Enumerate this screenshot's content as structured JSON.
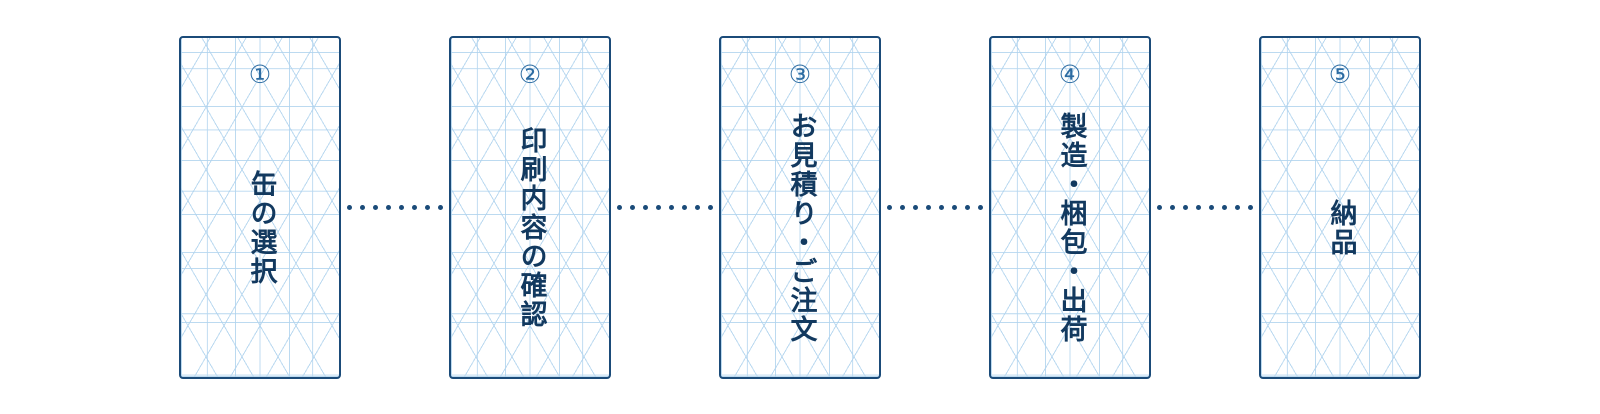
{
  "page": {
    "background_color": "#ffffff",
    "border_color": "#1b4b79",
    "number_color": "#2d6ca2",
    "label_color": "#12395f",
    "pattern_color": "#b0d3ee",
    "pattern_name": "asanoha-hemp-leaf-pattern"
  },
  "flow": {
    "name": "order-flow-steps",
    "steps": [
      {
        "number": "①",
        "number_plain": "1",
        "label": "缶の選択"
      },
      {
        "number": "②",
        "number_plain": "2",
        "label": "印刷内容の確認"
      },
      {
        "number": "③",
        "number_plain": "3",
        "label": "お見積り・ご注文"
      },
      {
        "number": "④",
        "number_plain": "4",
        "label": "製造・梱包・出荷"
      },
      {
        "number": "⑤",
        "number_plain": "5",
        "label": "納品"
      }
    ],
    "connector": {
      "name": "dotted-connector",
      "dot_count": 8,
      "dot_color": "#1b4b79"
    }
  }
}
